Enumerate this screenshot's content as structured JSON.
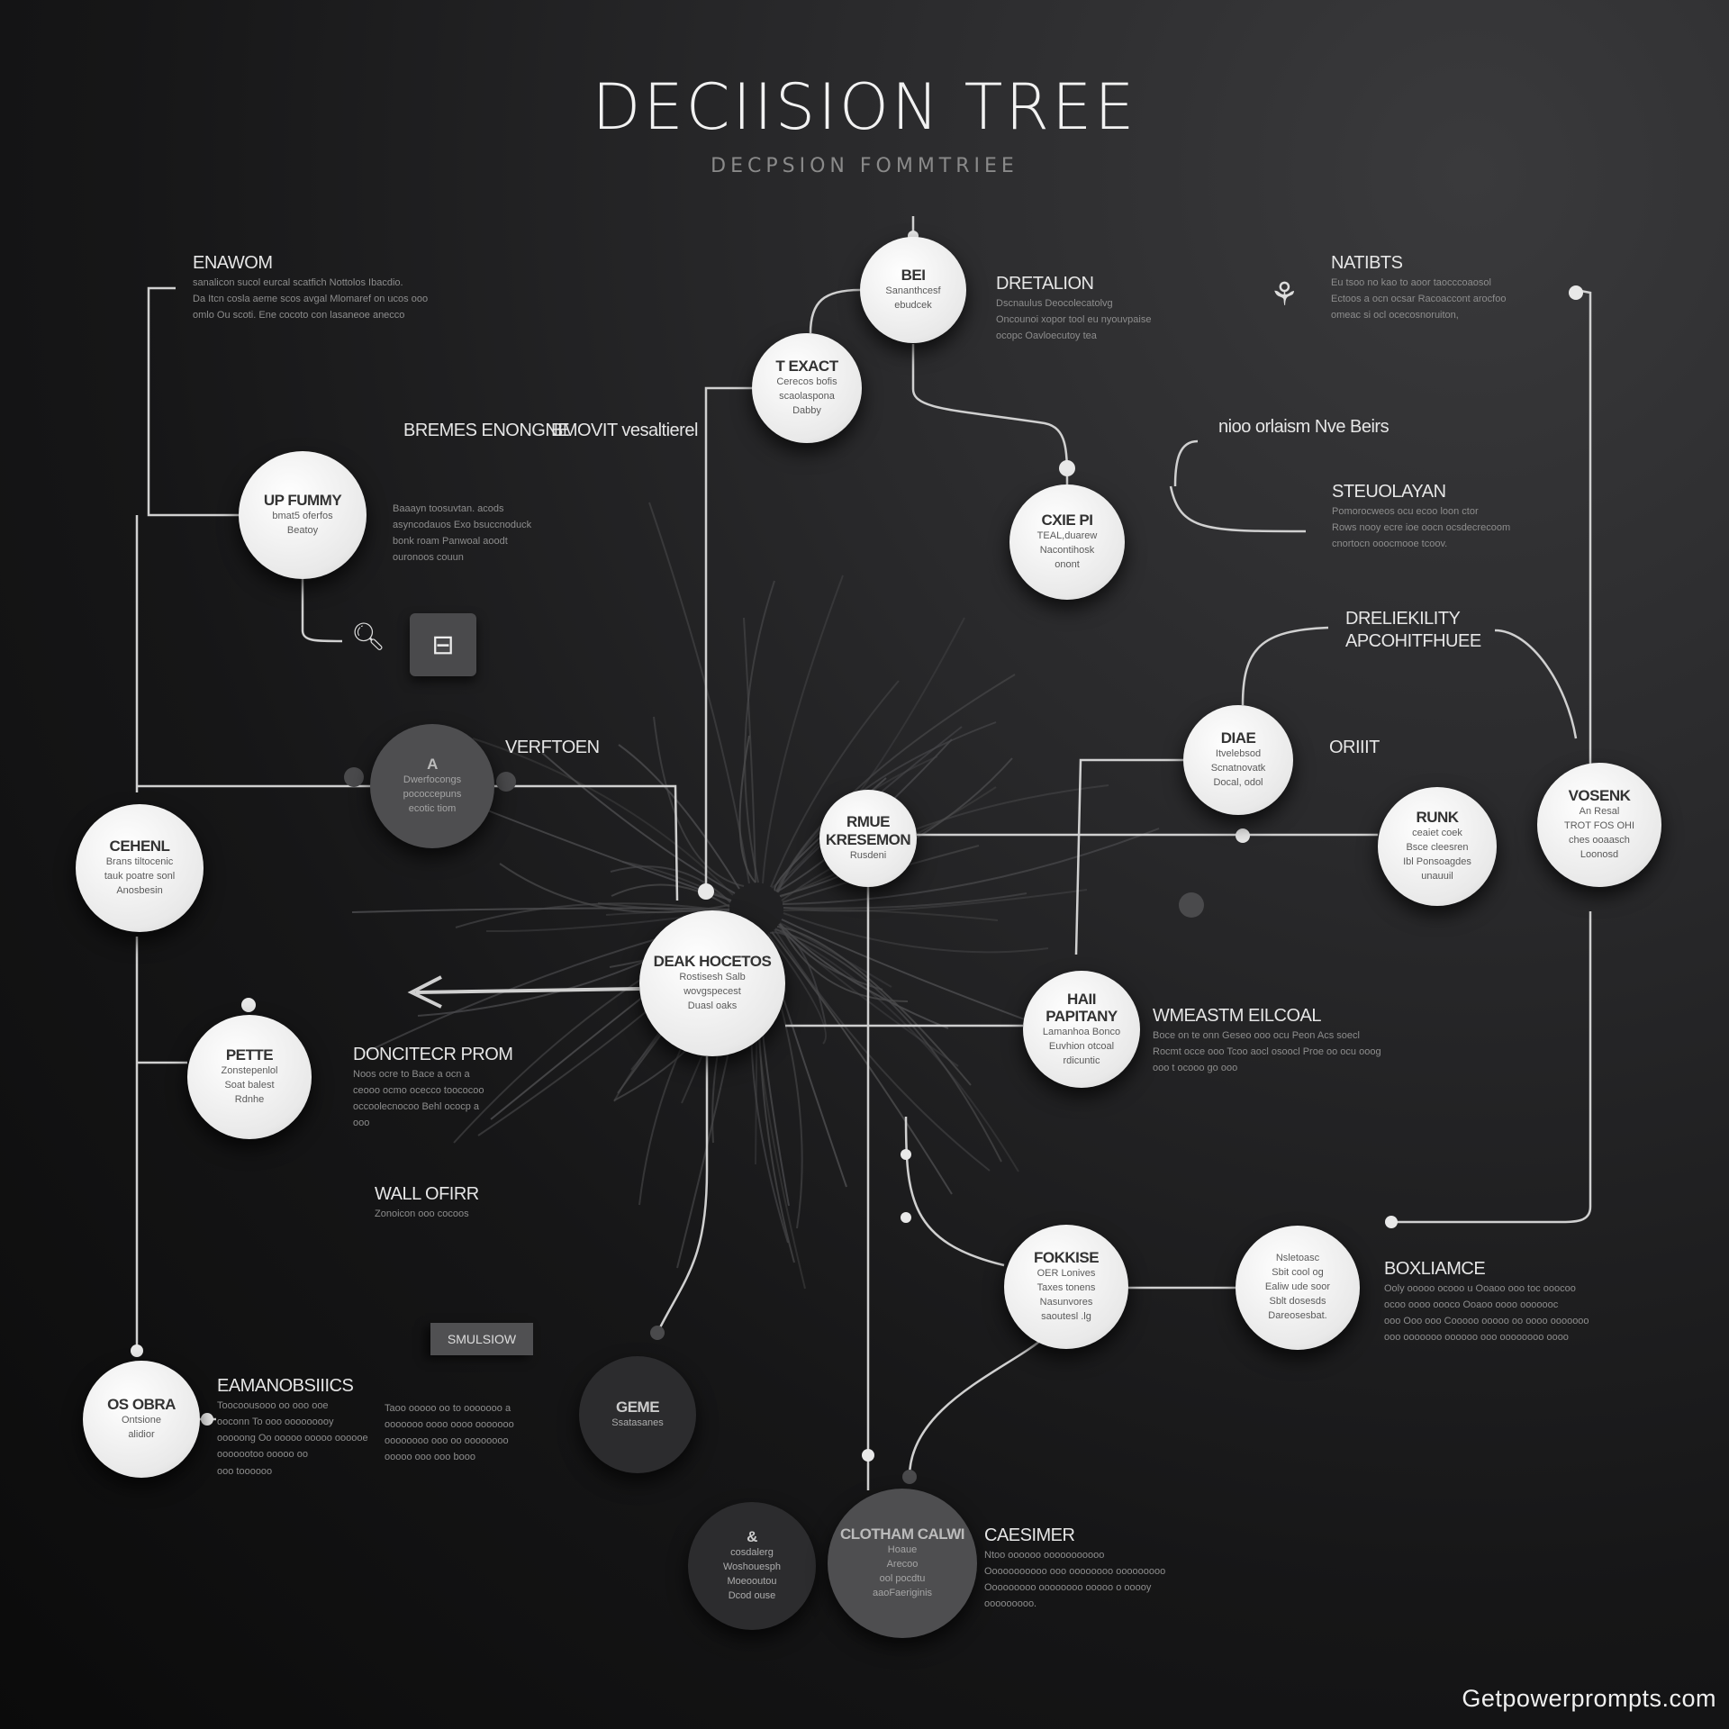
{
  "header": {
    "title": "DECIISION TREE",
    "subtitle": "DECPSION FOMMTRIEE"
  },
  "nodes": [
    {
      "title": "BEI",
      "lines": [
        "Sananthcesf",
        "ebudcek"
      ],
      "tone": "light"
    },
    {
      "title": "T EXACT",
      "lines": [
        "Cerecos bofis",
        "scaolaspona",
        "Dabby"
      ],
      "tone": "light"
    },
    {
      "title": "CXIE PI",
      "lines": [
        "TEAL,duarew",
        "Nacontihosk",
        "onont"
      ],
      "tone": "light"
    },
    {
      "title": "UP FUMMY",
      "lines": [
        "bmat5 oferfos",
        "Beatoy"
      ],
      "tone": "light"
    },
    {
      "title": "A",
      "lines": [
        "Dwerfocongs",
        "pococcepuns",
        "ecotic tiom"
      ],
      "tone": "mid"
    },
    {
      "title": "CEHENL",
      "lines": [
        "Brans tiltocenic",
        "tauk poatre sonl",
        "Anosbesin"
      ],
      "tone": "light"
    },
    {
      "title": "RMUE KRESEMON",
      "lines": [
        "Rusdeni"
      ],
      "tone": "light"
    },
    {
      "title": "DEAK HOCETOS",
      "lines": [
        "Rostisesh Salb",
        "wovgspecest",
        "Duasl oaks"
      ],
      "tone": "light"
    },
    {
      "title": "PETTE",
      "lines": [
        "Zonstepenlol",
        "Soat balest",
        "Rdnhe"
      ],
      "tone": "light"
    },
    {
      "title": "HAII PAPITANY",
      "lines": [
        "Lamanhoa Bonco",
        "Euvhion otcoal",
        "rdicuntic"
      ],
      "tone": "light"
    },
    {
      "title": "DIAE",
      "lines": [
        "Itvelebsod",
        "Scnatnovatk",
        "Docal, odol"
      ],
      "tone": "light"
    },
    {
      "title": "RUNK",
      "lines": [
        "ceaiet coek",
        "Bsce cleesren",
        "Ibl Ponsoagdes",
        "unauuil"
      ],
      "tone": "light"
    },
    {
      "title": "VOSENK",
      "lines": [
        "An Resal",
        "TROT FOS OHI",
        "ches ooaasch",
        "Loonosd"
      ],
      "tone": "light"
    },
    {
      "title": "FOKKISE",
      "lines": [
        "OER Lonives",
        "Taxes  tonens",
        "Nasunvores",
        "saoutesl .lg"
      ],
      "tone": "light"
    },
    {
      "title": "",
      "lines": [
        "Nsletoasc",
        "Sbit cool og",
        "Ealiw ude soor",
        "Sblt dosesds",
        "Dareosesbat."
      ],
      "tone": "light"
    },
    {
      "title": "OS OBRA",
      "lines": [
        "Ontsione",
        "alidior"
      ],
      "tone": "light"
    },
    {
      "title": "GEME",
      "lines": [
        "Ssatasanes"
      ],
      "tone": "dark"
    },
    {
      "title": "&",
      "lines": [
        "cosdalerg",
        "Woshouesph",
        "Moeooutou",
        "Dcod ouse"
      ],
      "tone": "dark"
    },
    {
      "title": "CLOTHAM CALWI",
      "lines": [
        "Hoaue",
        "Arecoo",
        "ool pocdtu",
        "aaoFaeriginis"
      ],
      "tone": "mid"
    }
  ],
  "callouts": [
    {
      "heading": "ENAWOM",
      "text": [
        "sanalicon sucol eurcal scatfich Nottolos Ibacdio.",
        "Da Itcn cosla aeme scos avgal Mlomaref on ucos ooo",
        "omlo Ou scoti. Ene cocoto con lasaneoe anecco"
      ]
    },
    {
      "heading": "BREMES ENONGNE",
      "text": []
    },
    {
      "heading": "BMOVIT vesaltierel",
      "text": []
    },
    {
      "heading": "",
      "text": [
        "Baaayn toosuvtan. acods",
        "asyncodauos Exo bsuccnoduck",
        "bonk roam Panwoal aoodt",
        "ouronoos couun"
      ]
    },
    {
      "heading": "DRETALION",
      "text": [
        "Dscnaulus Deocolecatolvg",
        "Oncounoi xopor tool eu nyouvpaise",
        "ocopc Oavloecutoy tea"
      ]
    },
    {
      "heading": "NATIBTS",
      "text": [
        "Eu tsoo no kao to aoor taocccoaosol",
        "Ectoos a ocn ocsar Racoaccont arocfoo",
        "omeac si ocl ocecosnoruiton,"
      ]
    },
    {
      "heading": "nioo orlaism Nve Beirs",
      "text": []
    },
    {
      "heading": "STEUOLAYAN",
      "text": [
        "Pomorocweos ocu ecoo loon ctor",
        "Rows nooy ecre ioe oocn ocsdecrecoom",
        "cnortocn ooocmooe tcoov."
      ]
    },
    {
      "heading": "DRELIEKILITY APCOHITFHUEE",
      "text": []
    },
    {
      "heading": "VERFTOEN",
      "text": []
    },
    {
      "heading": "ORIIIT",
      "text": []
    },
    {
      "heading": "DONCITECR PROM",
      "text": [
        "Noos ocre to Bace a ocn a",
        "ceooo ocmo ocecco toococoo",
        "occoolecnocoo Behl ococp a",
        "ooo"
      ]
    },
    {
      "heading": "WMEASTM EILCOAL",
      "text": [
        "Boce on te onn Geseo ooo ocu Peon Acs   soecl",
        "Rocmt occe ooo Tcoo aocl osoocl Proe oo ocu ooog",
        "ooo t ocooo go ooo"
      ]
    },
    {
      "heading": "WALL OFIRR",
      "text": [
        "Zonoicon ooo cocoos"
      ]
    },
    {
      "heading": "BOXLIAMCE",
      "text": [
        "Ooly ooooo ocooo u Ooaoo ooo toc ooocoo",
        "ocoo oooo oooco Ooaoo oooo ooooooc",
        "ooo Ooo ooo Cooooo ooooo oo oooo ooooooo",
        "ooo ooooooo oooooo ooo oooooooo oooo"
      ]
    },
    {
      "heading": "EAMANOBSIIICS",
      "text": [
        "Toocoousooo oo ooo ooe",
        "ooconn To ooo ooooooooy",
        "ooooong Oo ooooo ooooo oooooe",
        "ooooootoo ooooo oo",
        "ooo toooooo"
      ]
    },
    {
      "heading": "",
      "text": [
        "Taoo ooooo oo to ooooooo a",
        "ooooooo oooo oooo ooooooo",
        "oooooooo ooo oo oooooooo",
        "ooooo ooo ooo booo"
      ]
    },
    {
      "heading": "CAESIMER",
      "text": [
        "Ntoo oooooo ooooooooooo",
        "Ooooooooooo ooo oooooooo ooooooooo",
        "Ooooooooo oooooooo ooooo o ooooy",
        "ooooooooo."
      ]
    }
  ],
  "button": {
    "label": "SMULSIOW"
  },
  "icons": {
    "app_icon": "gauge-panel-icon",
    "search": "magnifier-icon",
    "bulb": "lightbulb-icon"
  },
  "watermark": "Getpowerprompts.com",
  "colors": {
    "background": "#161617",
    "node_light": "#eeeeee",
    "node_dark": "#2c2c2e",
    "lines": "#d8d8d8"
  }
}
